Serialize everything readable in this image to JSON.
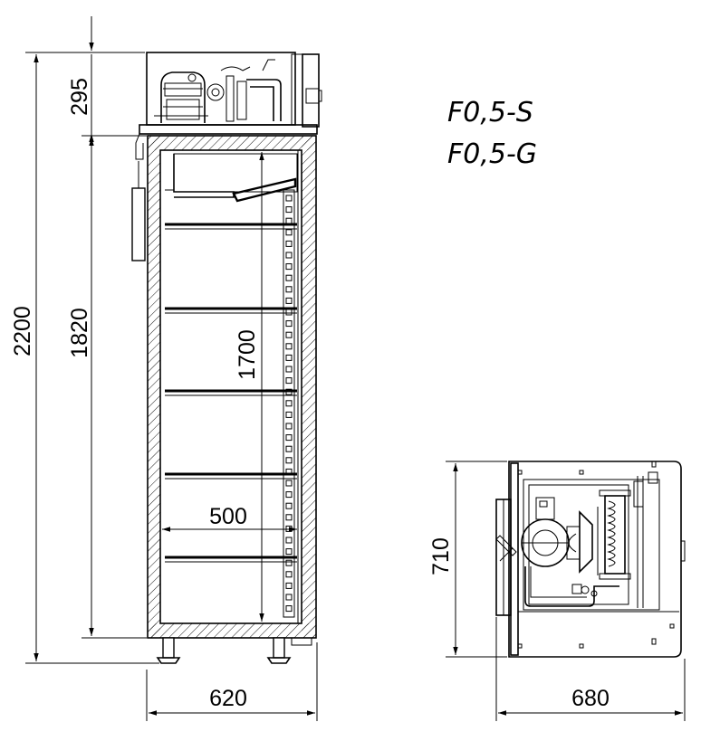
{
  "models": [
    "F0,5-S",
    "F0,5-G"
  ],
  "front_view": {
    "dimensions": {
      "total_height": "2200",
      "unit_height": "295",
      "cabinet_height": "1820",
      "interior_height": "1700",
      "interior_width": "500",
      "overall_width": "620"
    }
  },
  "top_view": {
    "dimensions": {
      "depth": "710",
      "width": "680"
    }
  },
  "colors": {
    "line": "#000000",
    "background": "#ffffff"
  }
}
